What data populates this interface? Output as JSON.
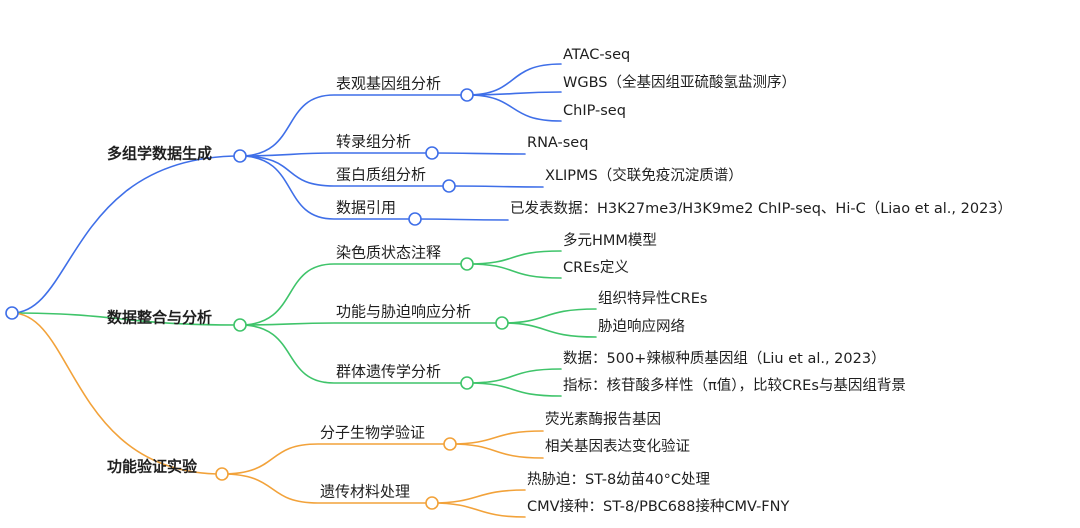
{
  "mindmap": {
    "root": {
      "label": ""
    },
    "colors": {
      "blue": "#3f6fe8",
      "green": "#3fc46a",
      "orange": "#f2a23a"
    },
    "branches": [
      {
        "label": "多组学数据生成",
        "color": "#3f6fe8",
        "children": [
          {
            "label": "表观基因组分析",
            "children": [
              "ATAC-seq",
              "WGBS（全基因组亚硫酸氢盐测序）",
              "ChIP-seq"
            ]
          },
          {
            "label": "转录组分析",
            "children": [
              "RNA-seq"
            ]
          },
          {
            "label": "蛋白质组分析",
            "children": [
              "XLIPMS（交联免疫沉淀质谱）"
            ]
          },
          {
            "label": "数据引用",
            "children": [
              "已发表数据：H3K27me3/H3K9me2 ChIP-seq、Hi-C（Liao et al., 2023）"
            ]
          }
        ]
      },
      {
        "label": "数据整合与分析",
        "color": "#3fc46a",
        "children": [
          {
            "label": "染色质状态注释",
            "children": [
              "多元HMM模型",
              "CREs定义"
            ]
          },
          {
            "label": "功能与胁迫响应分析",
            "children": [
              "组织特异性CREs",
              "胁迫响应网络"
            ]
          },
          {
            "label": "群体遗传学分析",
            "children": [
              "数据：500+辣椒种质基因组（Liu et al., 2023）",
              "指标：核苷酸多样性（π值），比较CREs与基因组背景"
            ]
          }
        ]
      },
      {
        "label": "功能验证实验",
        "color": "#f2a23a",
        "children": [
          {
            "label": "分子生物学验证",
            "children": [
              "荧光素酶报告基因",
              "相关基因表达变化验证"
            ]
          },
          {
            "label": "遗传材料处理",
            "children": [
              "热胁迫：ST-8幼苗40°C处理",
              "CMV接种：ST-8/PBC688接种CMV-FNY"
            ]
          }
        ]
      }
    ]
  }
}
